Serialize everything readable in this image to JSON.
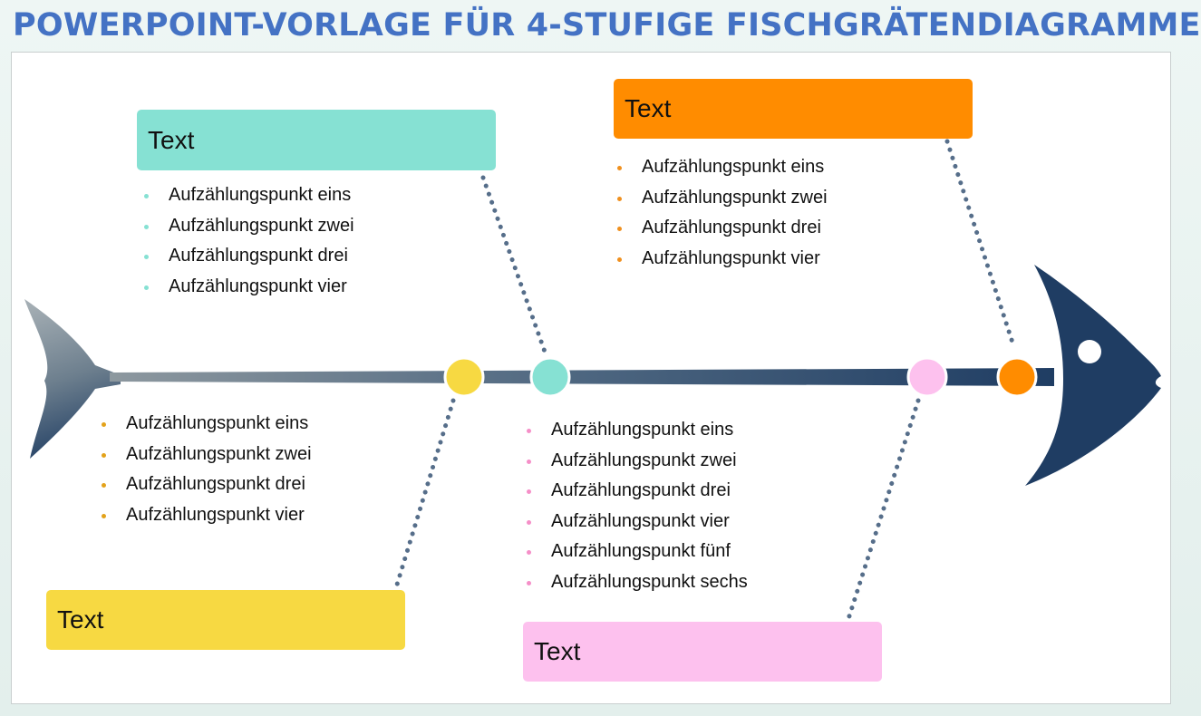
{
  "title": "POWERPOINT-VORLAGE FÜR 4-STUFIGE FISCHGRÄTENDIAGRAMME",
  "branches": [
    {
      "id": "teal",
      "color": "#86e1d3",
      "dot_color": "#86e1d3",
      "box_label": "Text",
      "bullets": [
        "Aufzählungspunkt eins",
        "Aufzählungspunkt zwei",
        "Aufzählungspunkt drei",
        "Aufzählungspunkt vier"
      ]
    },
    {
      "id": "orange",
      "color": "#ff8c00",
      "dot_color": "#f0901e",
      "box_label": "Text",
      "bullets": [
        "Aufzählungspunkt eins",
        "Aufzählungspunkt zwei",
        "Aufzählungspunkt drei",
        "Aufzählungspunkt vier"
      ]
    },
    {
      "id": "yellow",
      "color": "#f7d942",
      "dot_color": "#e3a21a",
      "box_label": "Text",
      "bullets": [
        "Aufzählungspunkt eins",
        "Aufzählungspunkt zwei",
        "Aufzählungspunkt drei",
        "Aufzählungspunkt vier"
      ]
    },
    {
      "id": "pink",
      "color": "#fdc1ee",
      "dot_color": "#f58fc8",
      "box_label": "Text",
      "bullets": [
        "Aufzählungspunkt eins",
        "Aufzählungspunkt zwei",
        "Aufzählungspunkt drei",
        "Aufzählungspunkt vier",
        "Aufzählungspunkt fünf",
        "Aufzählungspunkt sechs"
      ]
    }
  ],
  "colors": {
    "title": "#4472c4",
    "spine": "#1f3d63",
    "tail_light": "#9aa6ad",
    "connector": "#566e8a"
  }
}
